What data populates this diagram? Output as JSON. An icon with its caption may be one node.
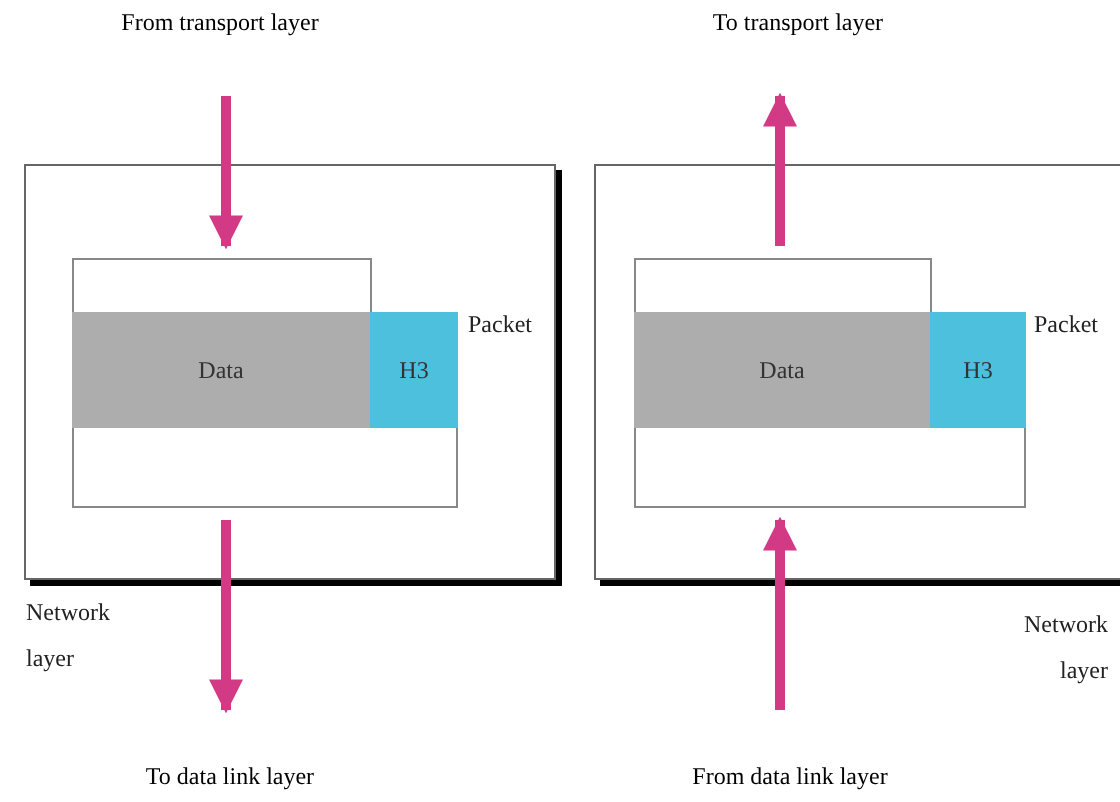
{
  "diagram": {
    "nodes": [
      {
        "text": [
          "From transport layer"
        ]
      },
      {
        "text": [],
        "shape": "box",
        "beside": [
          "Network layer"
        ]
      },
      {
        "text": [],
        "shape": "box",
        "in": 1,
        "beside": [
          "Packet"
        ]
      },
      {
        "text": [
          "Data"
        ],
        "in": 2
      },
      {
        "text": [
          "H3"
        ],
        "in": 2
      },
      {
        "text": [
          "To data link layer"
        ]
      },
      {
        "text": [
          "To transport layer"
        ]
      },
      {
        "text": [],
        "shape": "box",
        "beside": [
          "Network layer"
        ]
      },
      {
        "text": [],
        "shape": "box",
        "in": 7,
        "beside": [
          "Packet"
        ]
      },
      {
        "text": [
          "Data"
        ],
        "in": 8
      },
      {
        "text": [
          "H3"
        ],
        "in": 8
      },
      {
        "text": [
          "From data link layer"
        ]
      }
    ],
    "edges": [
      {
        "from": 0,
        "to": 2,
        "arrow": "to"
      },
      {
        "from": 2,
        "to": 5,
        "arrow": "to"
      },
      {
        "from": 11,
        "to": 8,
        "arrow": "to"
      },
      {
        "from": 8,
        "to": 6,
        "arrow": "to"
      }
    ]
  }
}
